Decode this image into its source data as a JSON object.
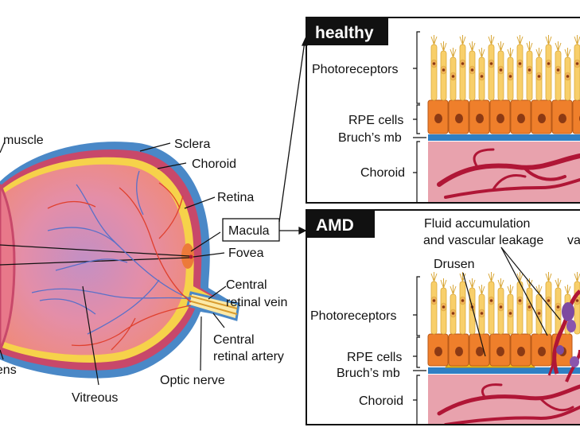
{
  "eye": {
    "labels": {
      "muscle": "muscle",
      "lens": "Lens",
      "sclera": "Sclera",
      "choroid": "Choroid",
      "retina": "Retina",
      "macula": "Macula",
      "fovea": "Fovea",
      "central_retinal_vein": [
        "Central",
        "retinal vein"
      ],
      "central_retinal_artery": [
        "Central",
        "retinal artery"
      ],
      "optic_nerve": "Optic nerve",
      "vitreous": "Vitreous"
    }
  },
  "panels": {
    "healthy": {
      "title": "healthy",
      "labels": {
        "photoreceptors": "Photoreceptors",
        "rpe": "RPE cells",
        "bruch": "Bruch’s mb",
        "choroid": "Choroid"
      }
    },
    "amd": {
      "title": "AMD",
      "labels": {
        "fluid": [
          "Fluid accumulation",
          "and vascular leakage"
        ],
        "vascular_cut": "va",
        "drusen": "Drusen",
        "photoreceptors": "Photoreceptors",
        "rpe": "RPE cells",
        "bruch": "Bruch’s mb",
        "choroid": "Choroid"
      }
    }
  },
  "colors": {
    "sclera": "#4a88c7",
    "choroid_layer": "#c8486a",
    "retina_layer": "#f6d24a",
    "vitreous": "#e49aa3",
    "rpe": "#ef7f2b",
    "nucleus": "#8c3a14",
    "photoreceptor": "#f8cf6a",
    "bruch": "#2f7fc4",
    "choroid_tissue": "#e8a2ad",
    "vessel": "#b01636",
    "drusen": "#f4c21a",
    "leak": "#7d4aa0"
  }
}
